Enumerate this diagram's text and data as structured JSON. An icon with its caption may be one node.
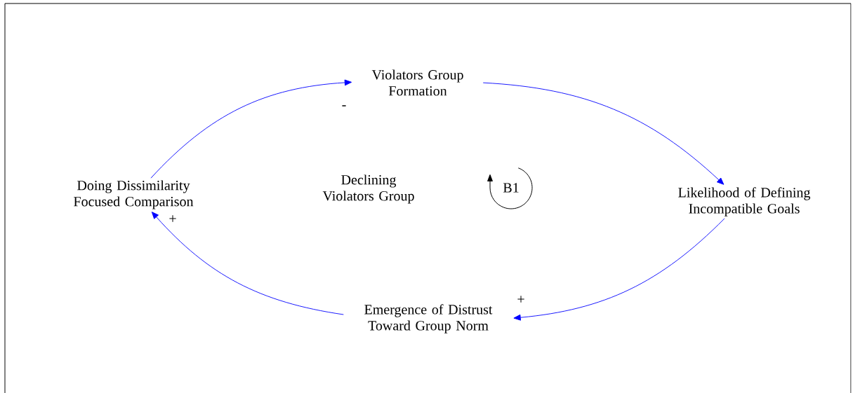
{
  "diagram": {
    "nodes": [
      {
        "text": [
          "Violators Group Formation"
        ]
      },
      {
        "text": [
          "Doing Dissimilarity Focused Comparison"
        ]
      },
      {
        "text": [
          "Likelihood of Defining Incompatible Goals"
        ]
      },
      {
        "text": [
          "Emergence of Distrust Toward Group Norm"
        ]
      }
    ],
    "edges": [
      {
        "from": 1,
        "to": 0,
        "arrow": "to",
        "label": "-"
      },
      {
        "from": 0,
        "to": 2,
        "arrow": "to"
      },
      {
        "from": 2,
        "to": 3,
        "arrow": "to",
        "label": "+"
      },
      {
        "from": 3,
        "to": 1,
        "arrow": "to",
        "label": "+"
      }
    ],
    "labels": [
      "Declining Violators Group",
      "B1"
    ]
  }
}
